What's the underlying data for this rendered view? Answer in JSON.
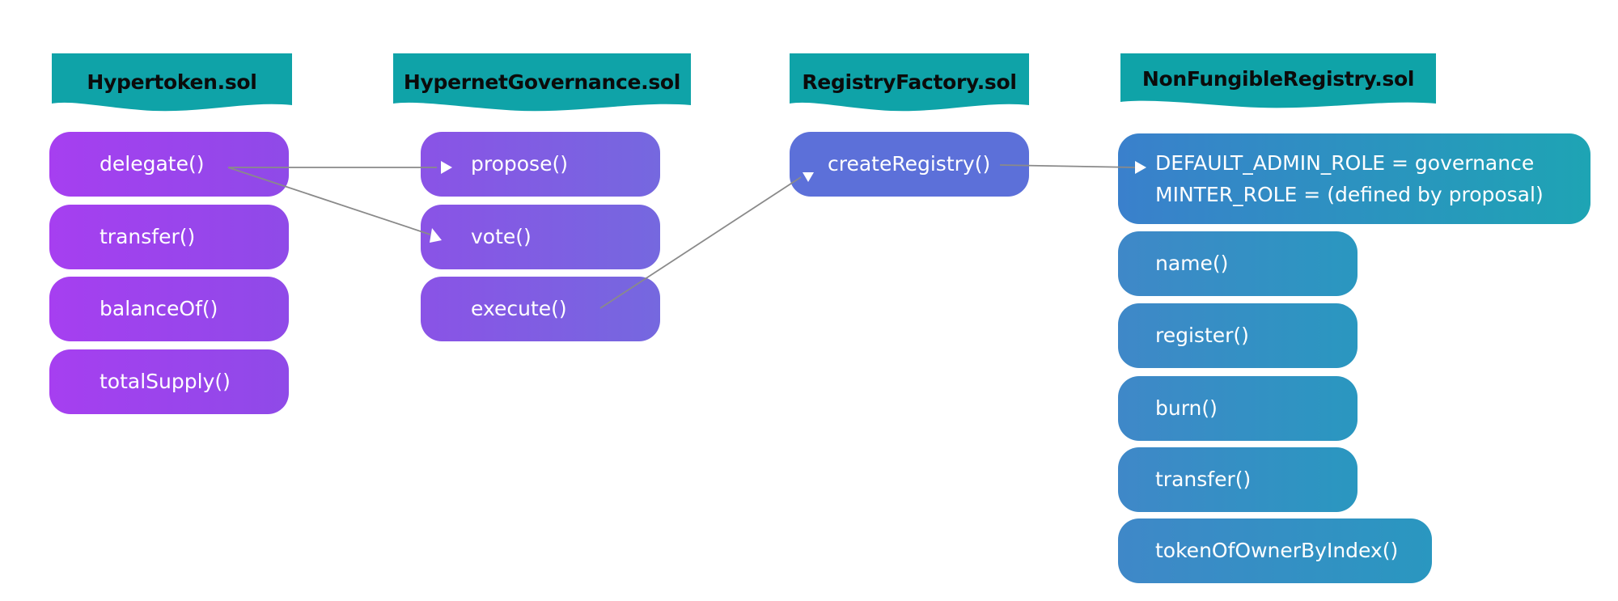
{
  "contracts": {
    "hypertoken": {
      "title": "Hypertoken.sol",
      "functions": [
        "delegate()",
        "transfer()",
        "balanceOf()",
        "totalSupply()"
      ]
    },
    "governance": {
      "title": "HypernetGovernance.sol",
      "functions": [
        "propose()",
        "vote()",
        "execute()"
      ]
    },
    "factory": {
      "title": "RegistryFactory.sol",
      "functions": [
        "createRegistry()"
      ]
    },
    "registry": {
      "title": "NonFungibleRegistry.sol",
      "roles": [
        "DEFAULT_ADMIN_ROLE = governance",
        "MINTER_ROLE = (defined by proposal)"
      ],
      "functions": [
        "name()",
        "register()",
        "burn()",
        "transfer()",
        "tokenOfOwnerByIndex()"
      ]
    }
  },
  "connections": [
    {
      "from": "Hypertoken.sol delegate()",
      "to": "HypernetGovernance.sol propose()"
    },
    {
      "from": "Hypertoken.sol delegate()",
      "to": "HypernetGovernance.sol vote()"
    },
    {
      "from": "HypernetGovernance.sol execute()",
      "to": "RegistryFactory.sol createRegistry()"
    },
    {
      "from": "RegistryFactory.sol createRegistry()",
      "to": "NonFungibleRegistry.sol roles"
    }
  ],
  "colors": {
    "banner": "#0fa3a8",
    "hypertoken": "#a63ff0",
    "governance": "#7d5fe3",
    "factory": "#5c70d9",
    "registry": "#2f90c4",
    "connector": "#8a8a8a"
  }
}
